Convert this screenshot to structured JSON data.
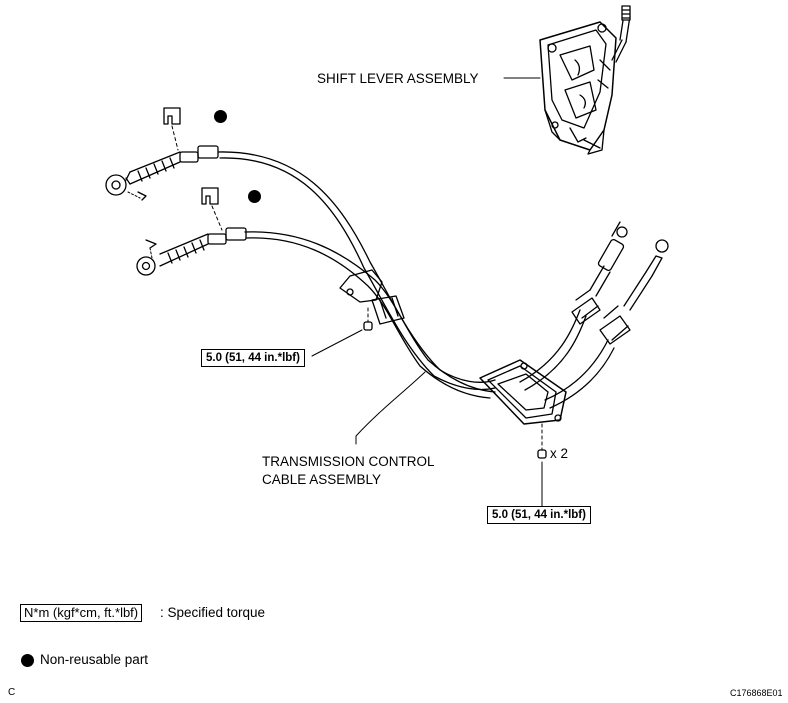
{
  "labels": {
    "shift_lever": "SHIFT LEVER ASSEMBLY",
    "cable_line1": "TRANSMISSION CONTROL",
    "cable_line2": "CABLE ASSEMBLY",
    "qty": "x 2"
  },
  "torque": {
    "left": "5.0 (51, 44 in.*lbf)",
    "right": "5.0 (51, 44 in.*lbf)"
  },
  "legend": {
    "torque_units": "N*m (kgf*cm, ft.*lbf)",
    "torque_text": ": Specified torque",
    "nonreusable_text": "Non-reusable part"
  },
  "footer": {
    "left_code": "C",
    "right_code": "C176868E01"
  },
  "colors": {
    "ink": "#000000",
    "background": "#ffffff"
  }
}
